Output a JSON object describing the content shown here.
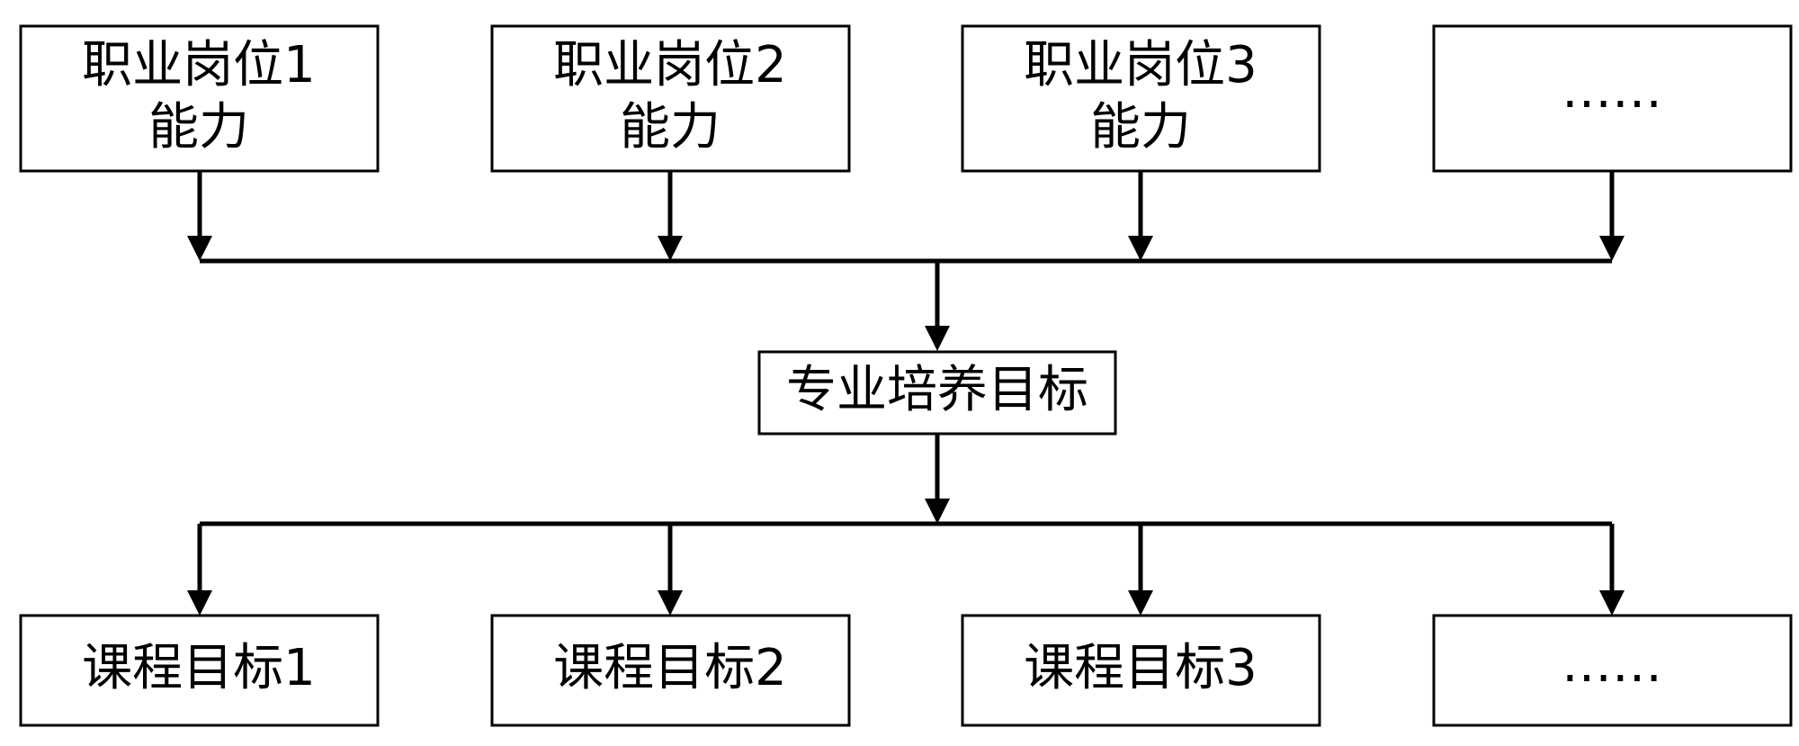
{
  "top_nodes": [
    {
      "line1": "职业岗位1",
      "line2": "能力"
    },
    {
      "line1": "职业岗位2",
      "line2": "能力"
    },
    {
      "line1": "职业岗位3",
      "line2": "能力"
    },
    {
      "line1": "……",
      "line2": ""
    }
  ],
  "middle_node": {
    "label": "专业培养目标"
  },
  "bottom_nodes": [
    {
      "label": "课程目标1"
    },
    {
      "label": "课程目标2"
    },
    {
      "label": "课程目标3"
    },
    {
      "label": "……"
    }
  ]
}
